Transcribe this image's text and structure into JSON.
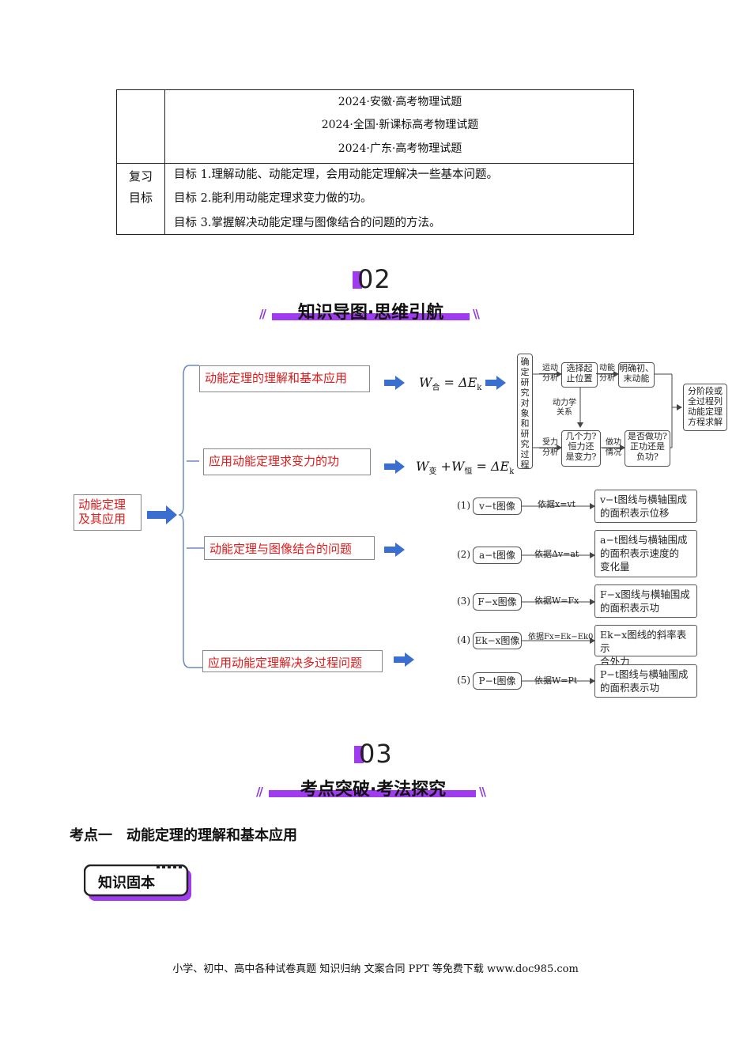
{
  "table": {
    "exams": [
      "2024·安徽·高考物理试题",
      "2024·全国·新课标高考物理试题",
      "2024·广东·高考物理试题"
    ],
    "review_label_1": "复习",
    "review_label_2": "目标",
    "goals": [
      "目标 1.理解动能、动能定理，会用动能定理解决一些基本问题。",
      "目标 2.能利用动能定理求变力做的功。",
      "目标 3.掌握解决动能定理与图像结合的问题的方法。"
    ]
  },
  "section2": {
    "number": "02",
    "title": "知识导图·思维引航"
  },
  "mindmap": {
    "root": [
      "动能定理",
      "及其应用"
    ],
    "branches": [
      "动能定理的理解和基本应用",
      "应用动能定理求变力的功",
      "动能定理与图像结合的问题",
      "应用动能定理解决多过程问题"
    ],
    "formula1": {
      "w": "W",
      "sub": "合",
      "rest": " = ΔE",
      "k": "k"
    },
    "formula2": {
      "w1": "W",
      "sub1": "变",
      "plus": " +W",
      "sub2": "恒",
      "rest": " = ΔE",
      "k": "k"
    },
    "flow": {
      "vertical": "确定研究对象和研究过程",
      "motion": [
        "运动",
        "分析"
      ],
      "select": [
        "选择起",
        "止位置"
      ],
      "ke": [
        "动能",
        "分析"
      ],
      "clear": [
        "明确初、",
        "末动能"
      ],
      "dyn": [
        "动力学",
        "关系"
      ],
      "force": [
        "受力",
        "分析"
      ],
      "forces_q": [
        "几个力?",
        "恒力还",
        "是变力?"
      ],
      "work": [
        "做功",
        "情况"
      ],
      "work_q": [
        "是否做功?",
        "正功还是",
        "负功?"
      ],
      "final": [
        "分阶段或",
        "全过程列",
        "动能定理",
        "方程求解"
      ]
    },
    "graphs": [
      {
        "idx": "(1)",
        "graph": "v−t图像",
        "basis": "依据x=vt",
        "desc": [
          "v−t图线与横轴围成",
          "的面积表示位移"
        ]
      },
      {
        "idx": "(2)",
        "graph": "a−t图像",
        "basis": "依据Δv=at",
        "desc": [
          "a−t图线与横轴围成",
          "的面积表示速度的",
          "变化量"
        ]
      },
      {
        "idx": "(3)",
        "graph": "F−x图像",
        "basis": "依据W=Fx",
        "desc": [
          "F−x图线与横轴围成",
          "的面积表示功"
        ]
      },
      {
        "idx": "(4)",
        "graph": "Ek−x图像",
        "basis": "依据Fx=Ek−Ek0",
        "desc": [
          "Ek−x图线的斜率表示",
          "合外力"
        ]
      },
      {
        "idx": "(5)",
        "graph": "P−t图像",
        "basis": "依据W=Pt",
        "desc": [
          "P−t图线与横轴围成",
          "的面积表示功"
        ]
      }
    ]
  },
  "section3": {
    "number": "03",
    "title": "考点突破·考法探究"
  },
  "topic1": "考点一　动能定理的理解和基本应用",
  "badge": "知识固本",
  "footer": "小学、初中、高中各种试卷真题  知识归纳  文案合同  PPT 等免费下载      www.doc985.com",
  "colors": {
    "accent": "#a03cf0",
    "red_text": "#e01a1a",
    "arrow_blue": "#3b6fcf"
  }
}
